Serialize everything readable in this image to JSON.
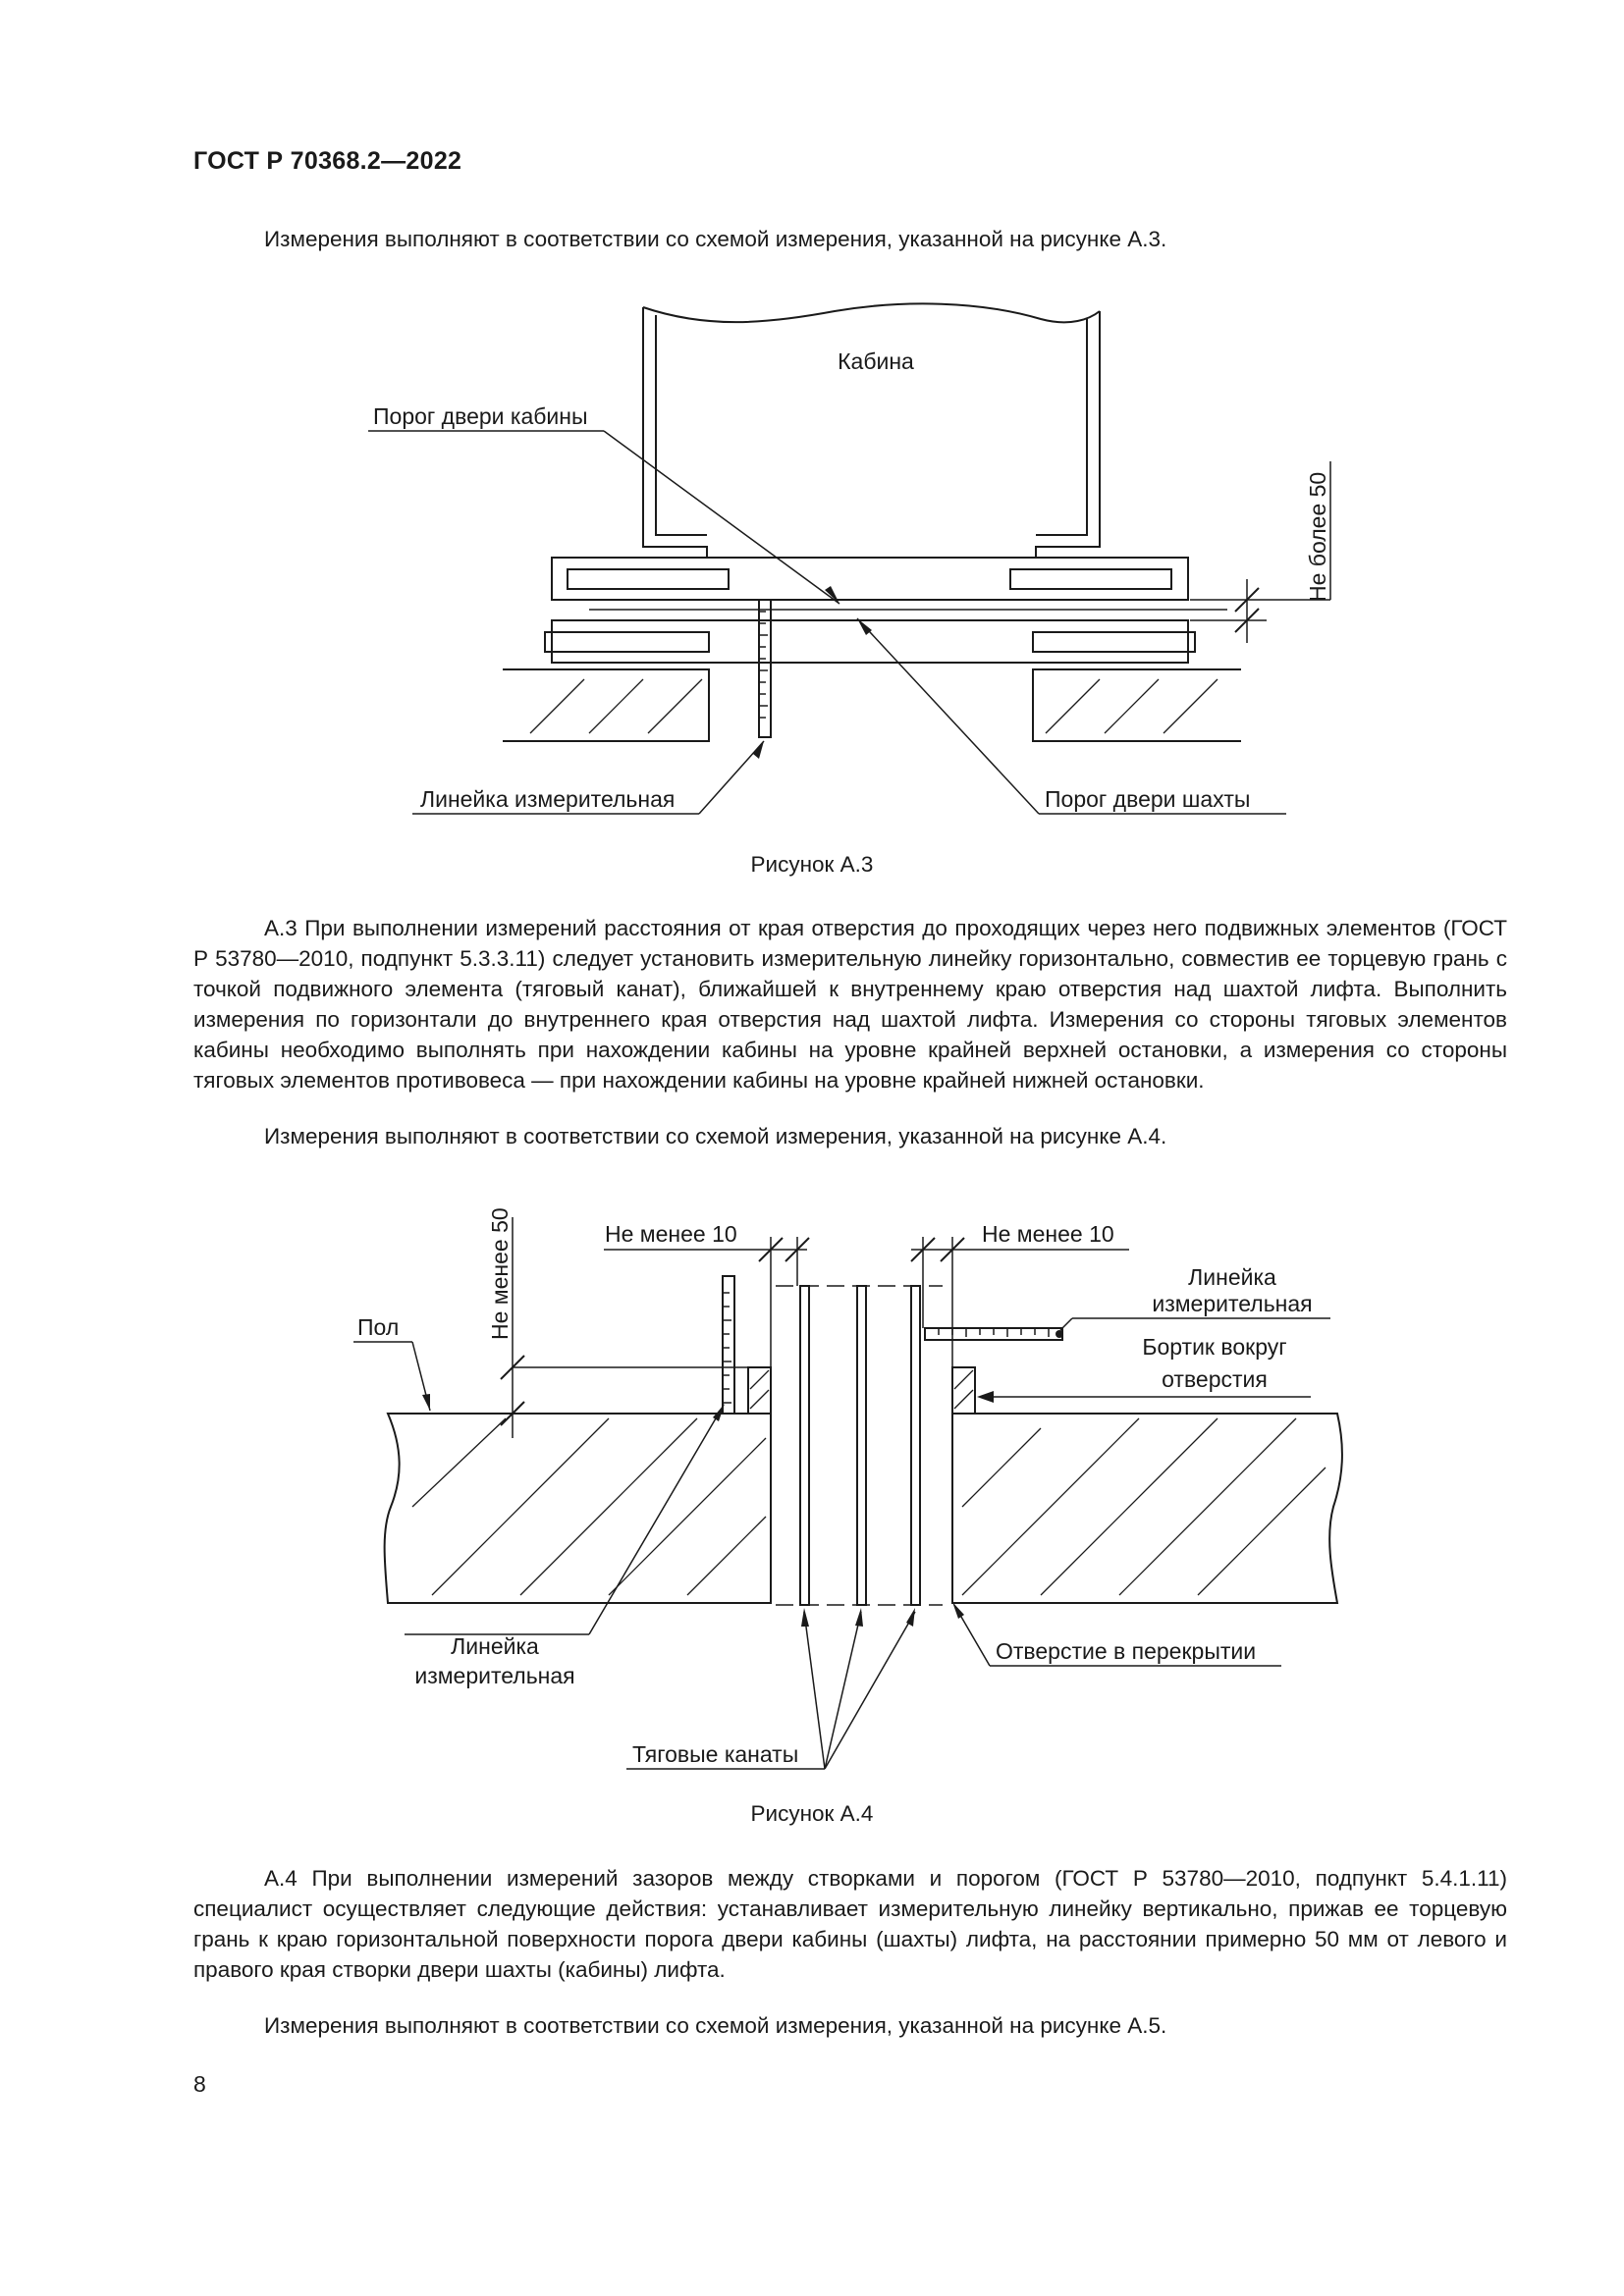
{
  "header": {
    "title": "ГОСТ Р 70368.2—2022"
  },
  "intro_a3": "Измерения выполняют в соответствии со схемой измерения, указанной на рисунке А.3.",
  "figure_a3": {
    "label_cabin": "Кабина",
    "label_cabin_sill": "Порог двери кабины",
    "label_dim": "Не более 50",
    "label_ruler": "Линейка измерительная",
    "label_shaft_sill": "Порог двери шахты",
    "caption": "Рисунок А.3"
  },
  "section_a3": {
    "text": "А.3 При выполнении измерений расстояния от края отверстия до проходящих через него подвижных элементов (ГОСТ Р 53780—2010, подпункт 5.3.3.11) следует установить измерительную линейку горизонтально, совместив ее торцевую грань с точкой подвижного элемента (тяговый канат), ближайшей к внутреннему краю отверстия над шахтой лифта. Выполнить измерения по горизонтали до внутреннего края отверстия над шахтой лифта. Измерения со стороны тяговых элементов кабины необходимо выполнять при нахождении кабины на уровне крайней верхней остановки, а измерения со стороны тяговых элементов противовеса — при нахождении кабины на уровне крайней нижней остановки.",
    "intro_a4": "Измерения выполняют в соответствии со схемой измерения, указанной на рисунке А.4."
  },
  "figure_a4": {
    "label_dim_vertical": "Не менее 50",
    "label_dim_left": "Не менее 10",
    "label_dim_right": "Не менее 10",
    "label_floor": "Пол",
    "label_ruler_top_1": "Линейка",
    "label_ruler_top_2": "измерительная",
    "label_rim_1": "Бортик вокруг",
    "label_rim_2": "отверстия",
    "label_ruler_bottom_1": "Линейка",
    "label_ruler_bottom_2": "измерительная",
    "label_opening": "Отверстие в перекрытии",
    "label_ropes": "Тяговые канаты",
    "caption": "Рисунок А.4"
  },
  "section_a4": {
    "text": "А.4 При выполнении измерений зазоров между створками и порогом (ГОСТ Р 53780—2010, подпункт 5.4.1.11) специалист осуществляет следующие действия: устанавливает измерительную линейку вертикально, прижав ее торцевую грань к краю горизонтальной поверхности порога двери кабины (шахты) лифта, на расстоянии примерно 50 мм от левого и правого края створки двери шахты (кабины) лифта.",
    "intro_a5": "Измерения выполняют в соответствии со схемой измерения, указанной на рисунке А.5."
  },
  "page_number": "8"
}
